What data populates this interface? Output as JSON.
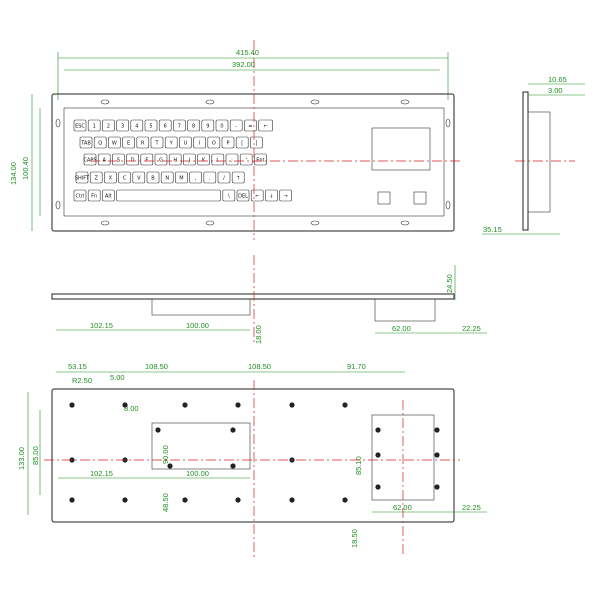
{
  "front_view": {
    "dims": {
      "overall_width": "415.40",
      "key_area_width": "392.00",
      "overall_height": "134.00",
      "inner_height": "100.40"
    },
    "keys": {
      "row1": [
        "ESC",
        "1",
        "2",
        "3",
        "4",
        "5",
        "6",
        "7",
        "8",
        "9",
        "0",
        "-",
        "=",
        "←"
      ],
      "row2": [
        "TAB",
        "Q",
        "W",
        "E",
        "R",
        "T",
        "Y",
        "U",
        "I",
        "O",
        "P",
        "[",
        "]"
      ],
      "row3": [
        "CAPS",
        "A",
        "S",
        "D",
        "F",
        "G",
        "H",
        "J",
        "K",
        "L",
        ";",
        "'",
        "Ent"
      ],
      "row4": [
        "SHIFT",
        "Z",
        "X",
        "C",
        "V",
        "B",
        "N",
        "M",
        ",",
        ".",
        "/",
        "↑"
      ],
      "row5": [
        "Ctrl",
        "Fn",
        "Alt",
        "",
        "\\",
        "DEL",
        "←",
        "↓",
        "→"
      ]
    }
  },
  "side_view": {
    "dims": {
      "top_offset": "10.65",
      "flange": "3.00",
      "depth": "35.15"
    }
  },
  "bottom_view": {
    "dims": {
      "left_offset": "102.15",
      "touchpad_width": "100.00",
      "mount_depth": "18.00",
      "right_width": "62.00",
      "right_offset": "22.25",
      "height": "24.50"
    }
  },
  "back_view": {
    "dims": {
      "spacing_a": "53.15",
      "spacing_b": "108.50",
      "spacing_c": "108.50",
      "spacing_d": "91.70",
      "radius": "R2.50",
      "hole": "5.00",
      "small": "8.00",
      "overall_height": "133.00",
      "inner_height": "85.00",
      "cutout_left": "102.15",
      "cutout_width": "100.00",
      "cutout_height": "90.00",
      "cutout_bottom": "48.50",
      "right_cut_height": "85.10",
      "right_cut_width": "62.00",
      "right_offset": "22.25",
      "bottom_offset": "18.50"
    }
  }
}
